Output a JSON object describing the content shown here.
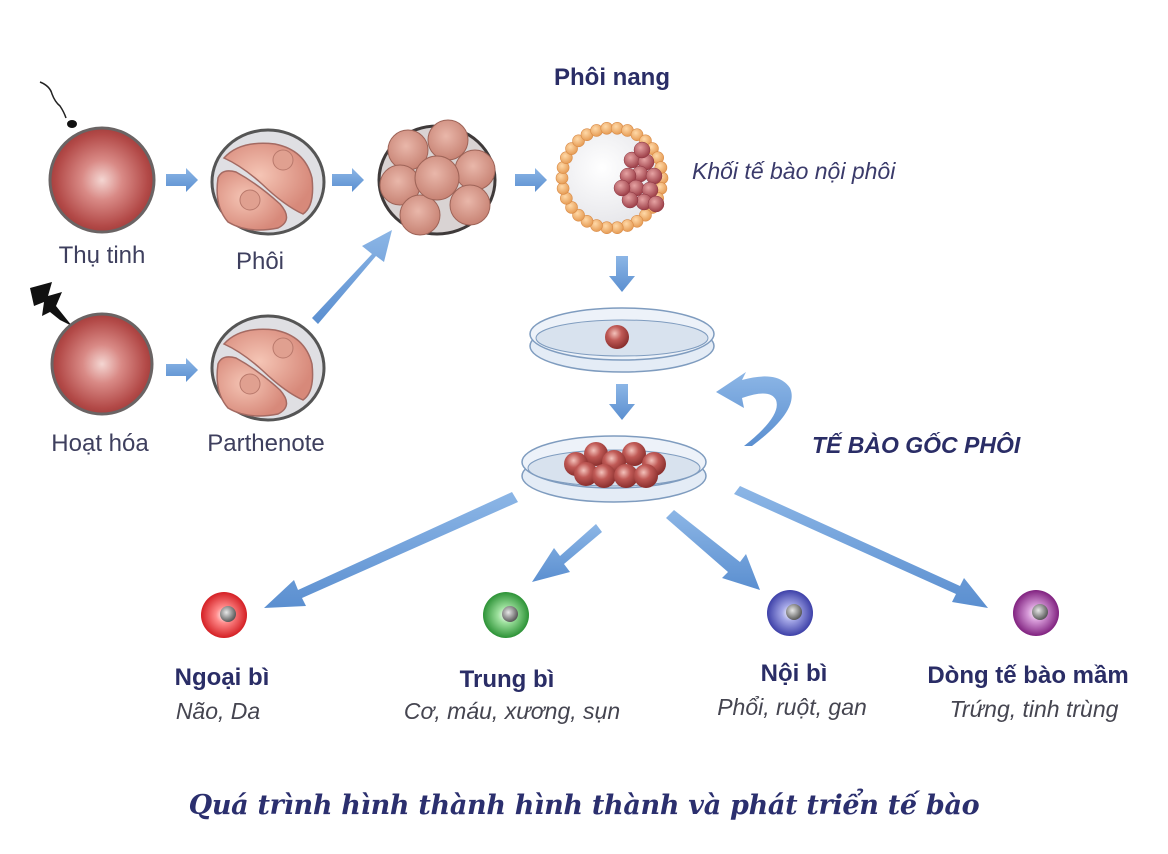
{
  "title": "Quá trình hình thành hình thành và phát triển tế bào",
  "stages": {
    "fertilization": "Thụ tinh",
    "embryo": "Phôi",
    "activation": "Hoạt hóa",
    "parthenote": "Parthenote",
    "blastocyst": "Phôi nang",
    "inner_cell_mass": "Khối tế bào nội phôi",
    "embryonic_stem_cells": "TẾ BÀO GỐC PHÔI"
  },
  "germ_layers": [
    {
      "name": "Ngoại bì",
      "examples": "Não, Da",
      "color": "#e0262b"
    },
    {
      "name": "Trung bì",
      "examples": "Cơ, máu, xương, sụn",
      "color": "#2f9e3a"
    },
    {
      "name": "Nội bì",
      "examples": "Phổi, ruột, gan",
      "color": "#4347b0"
    },
    {
      "name": "Dòng tế bào mầm",
      "examples": "Trứng, tinh trùng",
      "color": "#8a2a8e"
    }
  ],
  "colors": {
    "arrow": "#6d9fd8",
    "cell": "#b84848",
    "text_dark": "#2a2d66"
  }
}
